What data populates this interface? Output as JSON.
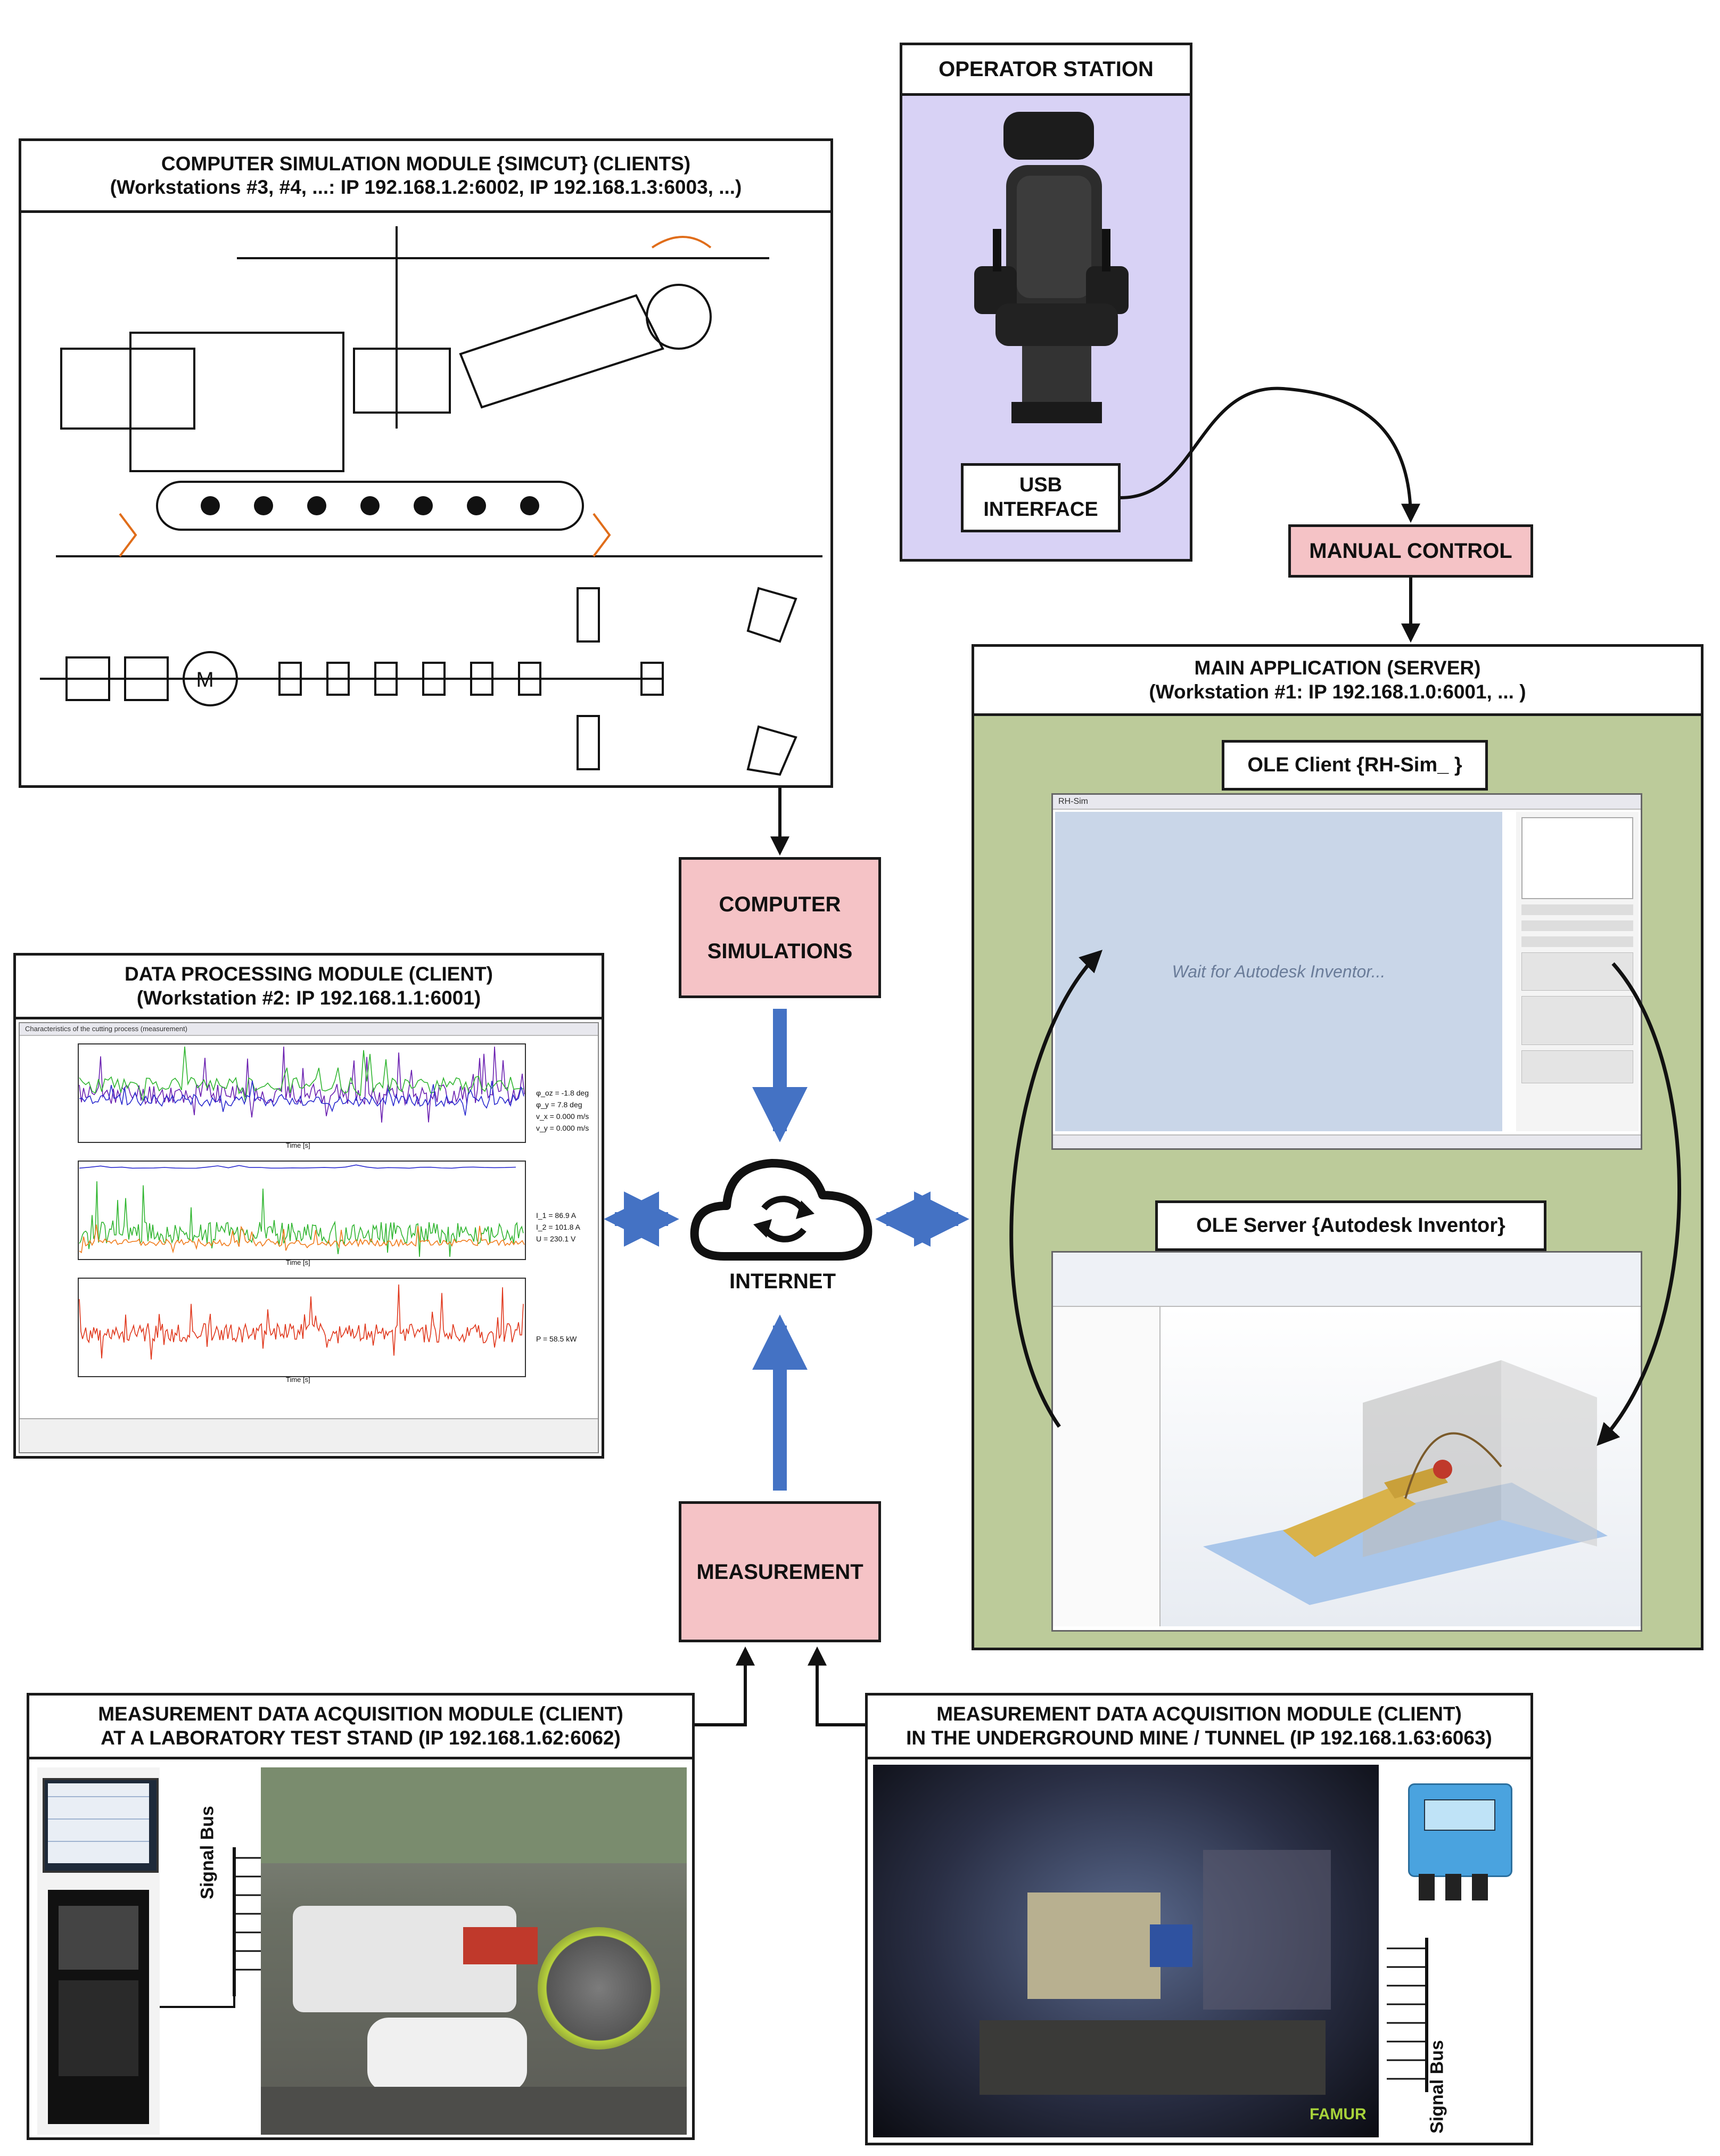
{
  "operator_station": {
    "title": "OPERATOR STATION",
    "usb_line1": "USB",
    "usb_line2": "INTERFACE"
  },
  "manual_control": {
    "label": "MANUAL CONTROL"
  },
  "simulation_module": {
    "title_line1": "COMPUTER SIMULATION MODULE {SIMCUT} (CLIENTS)",
    "title_line2": "(Workstations #3, #4, ...: IP 192.168.1.2:6002, IP 192.168.1.3:6003, ...)"
  },
  "computer_simulations": {
    "line1": "COMPUTER",
    "line2": "SIMULATIONS"
  },
  "main_application": {
    "title_line1": "MAIN APPLICATION (SERVER)",
    "title_line2": "(Workstation #1: IP 192.168.1.0:6001, ... )",
    "ole_client_label": "OLE Client {RH-Sim_ }",
    "ole_server_label": "OLE Server {Autodesk Inventor}",
    "wait_text": "Wait for Autodesk Inventor..."
  },
  "data_processing": {
    "title_line1": "DATA PROCESSING MODULE (CLIENT)",
    "title_line2": "(Workstation #2: IP 192.168.1.1:6001)",
    "window_title": "Characteristics of the cutting process (measurement)",
    "readouts1": [
      "φ_oz = -1.8 deg",
      "φ_y = 7.8 deg",
      "v_x = 0.000 m/s",
      "v_y = 0.000 m/s"
    ],
    "readouts2": [
      "I_1 = 86.9 A",
      "I_2 = 101.8 A",
      "U = 230.1 V"
    ],
    "readouts3": [
      "P = 58.5 kW"
    ],
    "time_label": "Time [s]",
    "colors": {
      "series_purple": "#6a1fb0",
      "series_green": "#2fb52f",
      "series_blue": "#2a2acf",
      "series_red": "#e0361b",
      "series_orange": "#f07a1a"
    }
  },
  "internet": {
    "label": "INTERNET",
    "icon": "cloud-sync-icon"
  },
  "measurement": {
    "label": "MEASUREMENT"
  },
  "lab_module": {
    "title_line1": "MEASUREMENT DATA ACQUISITION MODULE (CLIENT)",
    "title_line2": "AT A LABORATORY TEST STAND (IP 192.168.1.62:6062)",
    "signal_bus": "Signal Bus"
  },
  "mine_module": {
    "title_line1": "MEASUREMENT DATA ACQUISITION MODULE (CLIENT)",
    "title_line2": "IN THE UNDERGROUND MINE / TUNNEL (IP 192.168.1.63:6063)",
    "signal_bus": "Signal Bus",
    "brand": "FAMUR"
  },
  "colors": {
    "pink": "#f5c3c6",
    "lavender": "#d8d2f5",
    "olive": "#bccb9a",
    "arrow_blue": "#4472c4"
  }
}
